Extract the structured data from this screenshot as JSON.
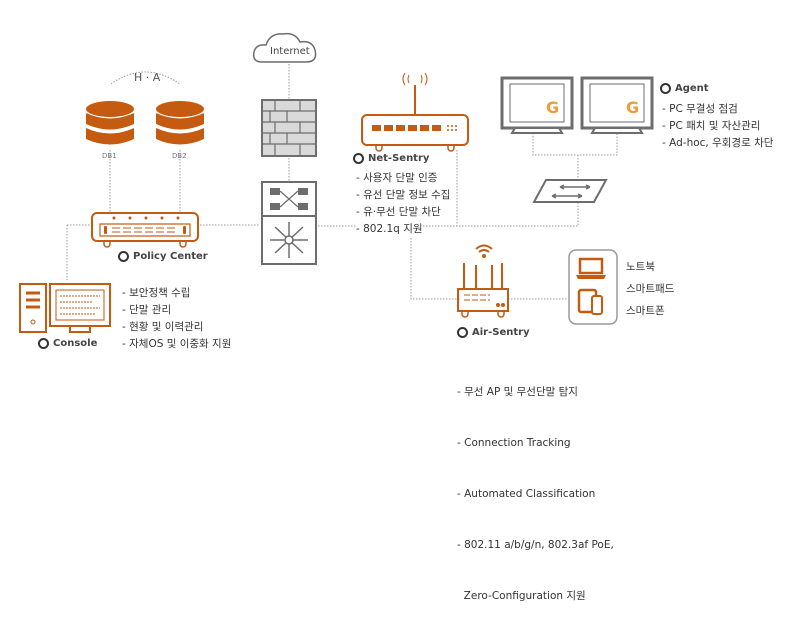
{
  "colors": {
    "accent": "#c55a11",
    "gray": "#6d6d6d",
    "light": "#d9d9d9",
    "agent_g": "#f39a3c"
  },
  "internet": {
    "label": "Internet"
  },
  "ha": {
    "label": "H · A",
    "db1": "DB1",
    "db2": "DB2"
  },
  "policy_center": {
    "title": "Policy Center"
  },
  "console": {
    "title": "Console",
    "items": [
      "- 보안정책 수립",
      "- 단말 관리",
      "- 현황 및 이력관리",
      "- 자체OS 및 이중화 지원"
    ]
  },
  "net_sentry": {
    "title": "Net-Sentry",
    "items": [
      "- 사용자 단말 인증",
      "- 유선 단말 정보 수집",
      "- 유·무선 단말 차단",
      "- 802.1q 지원"
    ]
  },
  "agent": {
    "title": "Agent",
    "badge": "G",
    "items": [
      "- PC 무결성 점검",
      "- PC 패치 및 자산관리",
      "- Ad-hoc, 우회경로 차단"
    ]
  },
  "air_sentry": {
    "title": "Air-Sentry",
    "items": [
      "- 무선 AP 및 무선단말 탐지",
      "- Connection Tracking",
      "- Automated Classification",
      "- 802.11 a/b/g/n, 802.3af PoE,",
      "  Zero-Configuration 지원"
    ]
  },
  "devices": {
    "items": [
      "노트북",
      "스마트패드",
      "스마트폰"
    ]
  }
}
